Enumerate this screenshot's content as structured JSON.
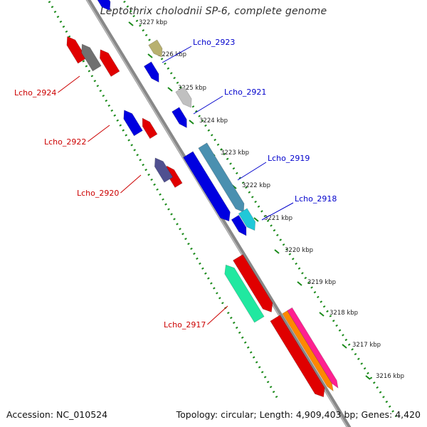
{
  "title": "Leptothrix cholodnii SP-6, complete genome",
  "footer": {
    "accession": "Accession: NC_010524",
    "info": "Topology: circular; Length: 4,909,403 bp; Genes: 4,420"
  },
  "colors": {
    "forward_label": "#0000cc",
    "reverse_label": "#cc0000",
    "ruler_dots": "#1a8a1a",
    "backbone": "#888888"
  },
  "ruler": [
    "3227 kbp",
    "3226 kbp",
    "3225 kbp",
    "3224 kbp",
    "3223 kbp",
    "3222 kbp",
    "3221 kbp",
    "3220 kbp",
    "3219 kbp",
    "3218 kbp",
    "3217 kbp",
    "3216 kbp"
  ],
  "genes": [
    {
      "name": "Lcho_2923",
      "strand": "+",
      "color": "#b8b070"
    },
    {
      "name": "Lcho_2921",
      "strand": "+",
      "color": "#c0c0c0"
    },
    {
      "name": "Lcho_2919",
      "strand": "+",
      "color": "#4a90b0"
    },
    {
      "name": "Lcho_2918",
      "strand": "+",
      "color": "#20c8d8"
    },
    {
      "name": "Lcho_2924",
      "strand": "-",
      "color": "#707070"
    },
    {
      "name": "Lcho_2922",
      "strand": "-",
      "color": "#0000e0"
    },
    {
      "name": "Lcho_2920",
      "strand": "-",
      "color": "#505090"
    },
    {
      "name": "Lcho_2917",
      "strand": "-",
      "color": "#20e8a0"
    }
  ]
}
